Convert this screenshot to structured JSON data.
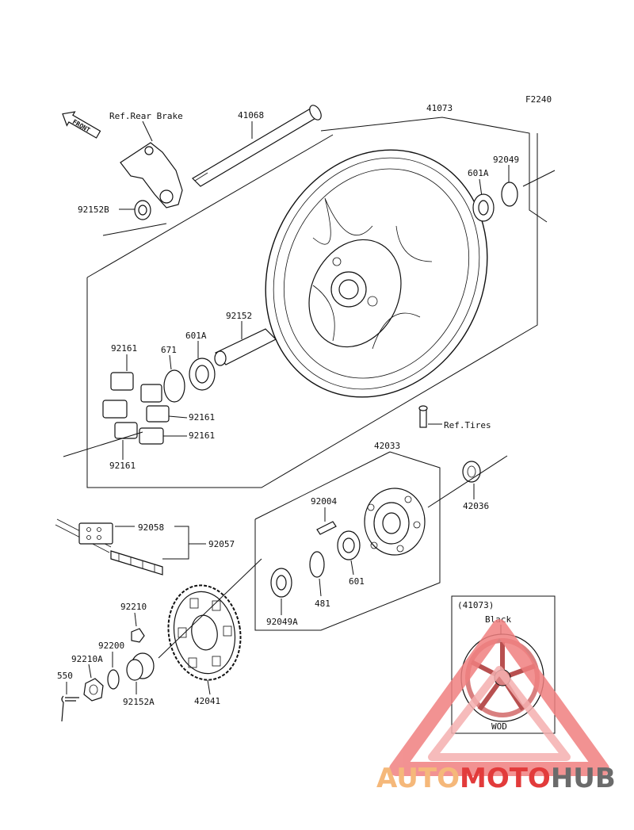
{
  "figure_code": "F2240",
  "front_label": "FRONT",
  "callouts": {
    "ref_rear_brake": "Ref.Rear Brake",
    "axle": "41068",
    "wheel": "41073",
    "seal_right": "92049",
    "bearing_right": "601A",
    "collar_left": "92152B",
    "spacer": "92152",
    "bearing_left": "601A",
    "oring": "671",
    "damper_top": "92161",
    "damper_mid": "92161",
    "damper_lower": "92161",
    "damper_bottom": "92161",
    "ref_tires": "Ref.Tires",
    "coupling": "42033",
    "collar_coupling": "42036",
    "stud": "92004",
    "chain_link": "92058",
    "chain": "92057",
    "circlip": "481",
    "bearing_coupling": "601",
    "seal_coupling": "92049A",
    "nut": "92210",
    "washer": "92200",
    "nut_axle": "92210A",
    "cotter_pin": "550",
    "collar_sprocket": "92152A",
    "sprocket": "42041"
  },
  "inset": {
    "part_ref": "(41073)",
    "color_label": "Black",
    "code": "WOD"
  },
  "watermark": {
    "part1": "AUTO",
    "part2": "MOTO",
    "part3": "HUB",
    "color1": "#f5b87a",
    "color2": "#e23b3b",
    "color3": "#6b6b6b"
  }
}
